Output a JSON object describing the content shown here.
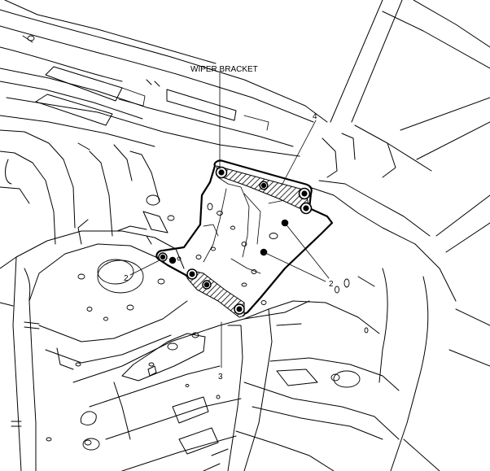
{
  "labels": {
    "wiper_bracket": "WIPER BRACKET",
    "callout_2_left": "2",
    "callout_2_right": "2",
    "callout_3": "3",
    "callout_4": "4"
  },
  "colors": {
    "line": "#000000",
    "background": "#ffffff"
  }
}
